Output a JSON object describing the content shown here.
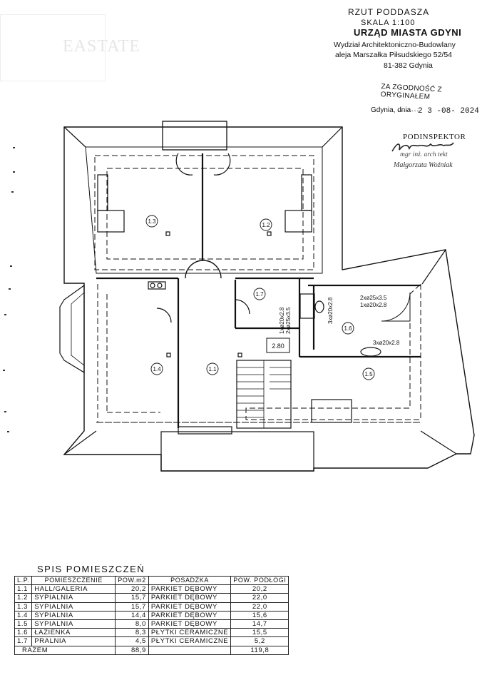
{
  "watermark": "EASTATE",
  "header": {
    "title": "RZUT PODDASZA",
    "scale": "SKALA 1:100"
  },
  "stamp": {
    "office": "URZĄD MIASTA GDYNI",
    "department": "Wydział Architektoniczno-Budowlany",
    "street": "aleja Marszałka Piłsudskiego 52/54",
    "city": "81-382 Gdynia"
  },
  "certification": {
    "conformity": "ZA ZGODNOŚĆ Z ORYGINAŁEM",
    "place_label": "Gdynia, dnia",
    "dots": "........",
    "date": "2 3 -08- 2024",
    "position": "PODINSPEKTOR",
    "title": "mgr inż. arch tekt",
    "name": "Małgorzata Woźniak"
  },
  "plan": {
    "rooms": [
      "1.1",
      "1.2",
      "1.3",
      "1.4",
      "1.5",
      "1.6",
      "1.7"
    ],
    "height_label": "2.80",
    "windows_pralnia": [
      "1xø20x2.8",
      "2xø25x3.5"
    ],
    "windows_lazienka_left": "3xø20x2.8",
    "windows_lazienka_top1": "2xø25x3.5",
    "windows_lazienka_top2": "1xø20x2.8",
    "windows_lazienka_bottom": "3xø20x2.8"
  },
  "room_table": {
    "title": "SPIS POMIESZCZEŃ",
    "headers": [
      "L.P.",
      "POMIESZCZENIE",
      "POW.m2",
      "POSADZKA",
      "POW. PODŁOGI"
    ],
    "rows": [
      [
        "1.1",
        "HALL/GALERIA",
        "20,2",
        "PARKIET DĘBOWY",
        "20,2"
      ],
      [
        "1.2",
        "SYPIALNIA",
        "15,7",
        "PARKIET DĘBOWY",
        "22,0"
      ],
      [
        "1.3",
        "SYPIALNIA",
        "15,7",
        "PARKIET DĘBOWY",
        "22,0"
      ],
      [
        "1.4",
        "SYPIALNIA",
        "14,4",
        "PARKIET DĘBOWY",
        "15,6"
      ],
      [
        "1.5",
        "SYPIALNIA",
        "8,0",
        "PARKIET DĘBOWY",
        "14,7"
      ],
      [
        "1.6",
        "ŁAZIENKA",
        "8,3",
        "PŁYTKI CERAMICZNE",
        "15,5"
      ],
      [
        "1.7",
        "PRALNIA",
        "4,5",
        "PŁYTKI CERAMICZNE",
        "5,2"
      ]
    ],
    "total_label": "RAZEM",
    "total_area": "88,9",
    "total_floor": "119,8"
  }
}
